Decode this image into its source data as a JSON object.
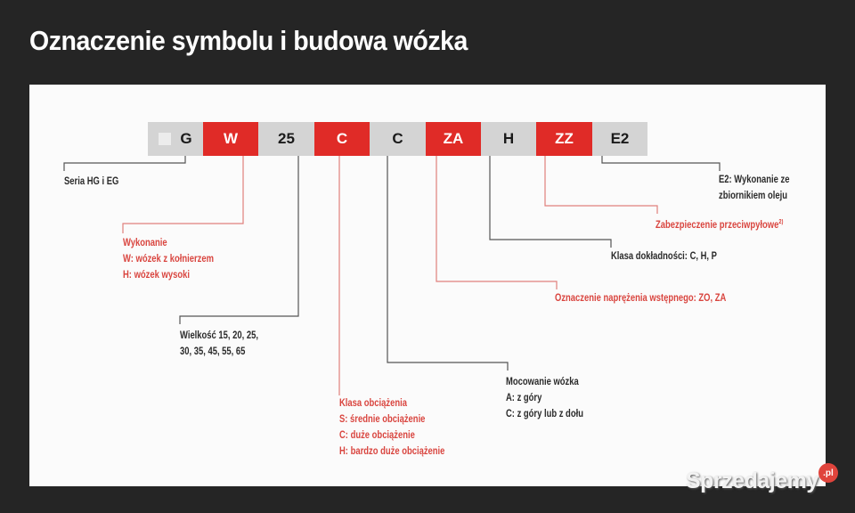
{
  "header": {
    "title": "Oznaczenie symbolu i budowa wózka"
  },
  "diagram": {
    "colors": {
      "red": "#e02b27",
      "grey": "#d4d4d4",
      "red_text": "#d9453f",
      "dark_text": "#2a2a2a",
      "background": "#252525"
    },
    "code_segments": [
      {
        "text": "G",
        "style": "grey",
        "width": 62
      },
      {
        "text": "W",
        "style": "red",
        "width": 62
      },
      {
        "text": "25",
        "style": "grey",
        "width": 63
      },
      {
        "text": "C",
        "style": "red",
        "width": 62
      },
      {
        "text": "C",
        "style": "grey",
        "width": 63
      },
      {
        "text": "ZA",
        "style": "red",
        "width": 62
      },
      {
        "text": "H",
        "style": "grey",
        "width": 62
      },
      {
        "text": "ZZ",
        "style": "red",
        "width": 63
      },
      {
        "text": "E2",
        "style": "grey",
        "width": 62
      }
    ],
    "labels": {
      "series": {
        "line1": "Seria HG i EG"
      },
      "execution": {
        "line1": "Wykonanie",
        "line2": "W: wózek z kołnierzem",
        "line3": "H: wózek wysoki"
      },
      "size": {
        "line1": "Wielkość 15, 20, 25,",
        "line2": "30, 35, 45, 55, 65"
      },
      "load_class": {
        "line1": "Klasa obciążenia",
        "line2": "S: średnie obciążenie",
        "line3": "C: duże obciążenie",
        "line4": "H: bardzo duże obciążenie"
      },
      "mounting": {
        "line1": "Mocowanie wózka",
        "line2": "A: z góry",
        "line3": "C: z góry lub z dołu"
      },
      "preload": {
        "line1": "Oznaczenie naprężenia wstępnego: ZO, ZA"
      },
      "accuracy": {
        "line1": "Klasa dokładności: C, H, P"
      },
      "dust_protection": {
        "line1": "Zabezpieczenie przeciwpyłowe",
        "sup": "2)"
      },
      "oil_reservoir": {
        "line1": "E2: Wykonanie ze",
        "line2": "zbiornikiem oleju"
      }
    }
  },
  "watermark": {
    "text": "Sprzedajemy",
    "badge": ".pl"
  }
}
